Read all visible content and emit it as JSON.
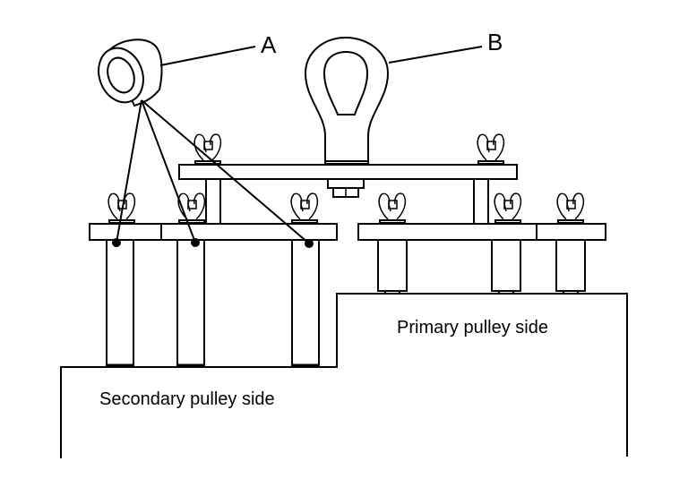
{
  "diagram": {
    "callouts": {
      "a": "A",
      "b": "B"
    },
    "regions": {
      "secondary": "Secondary pulley side",
      "primary": "Primary pulley side"
    },
    "colors": {
      "line": "#000000",
      "background": "#ffffff"
    }
  }
}
